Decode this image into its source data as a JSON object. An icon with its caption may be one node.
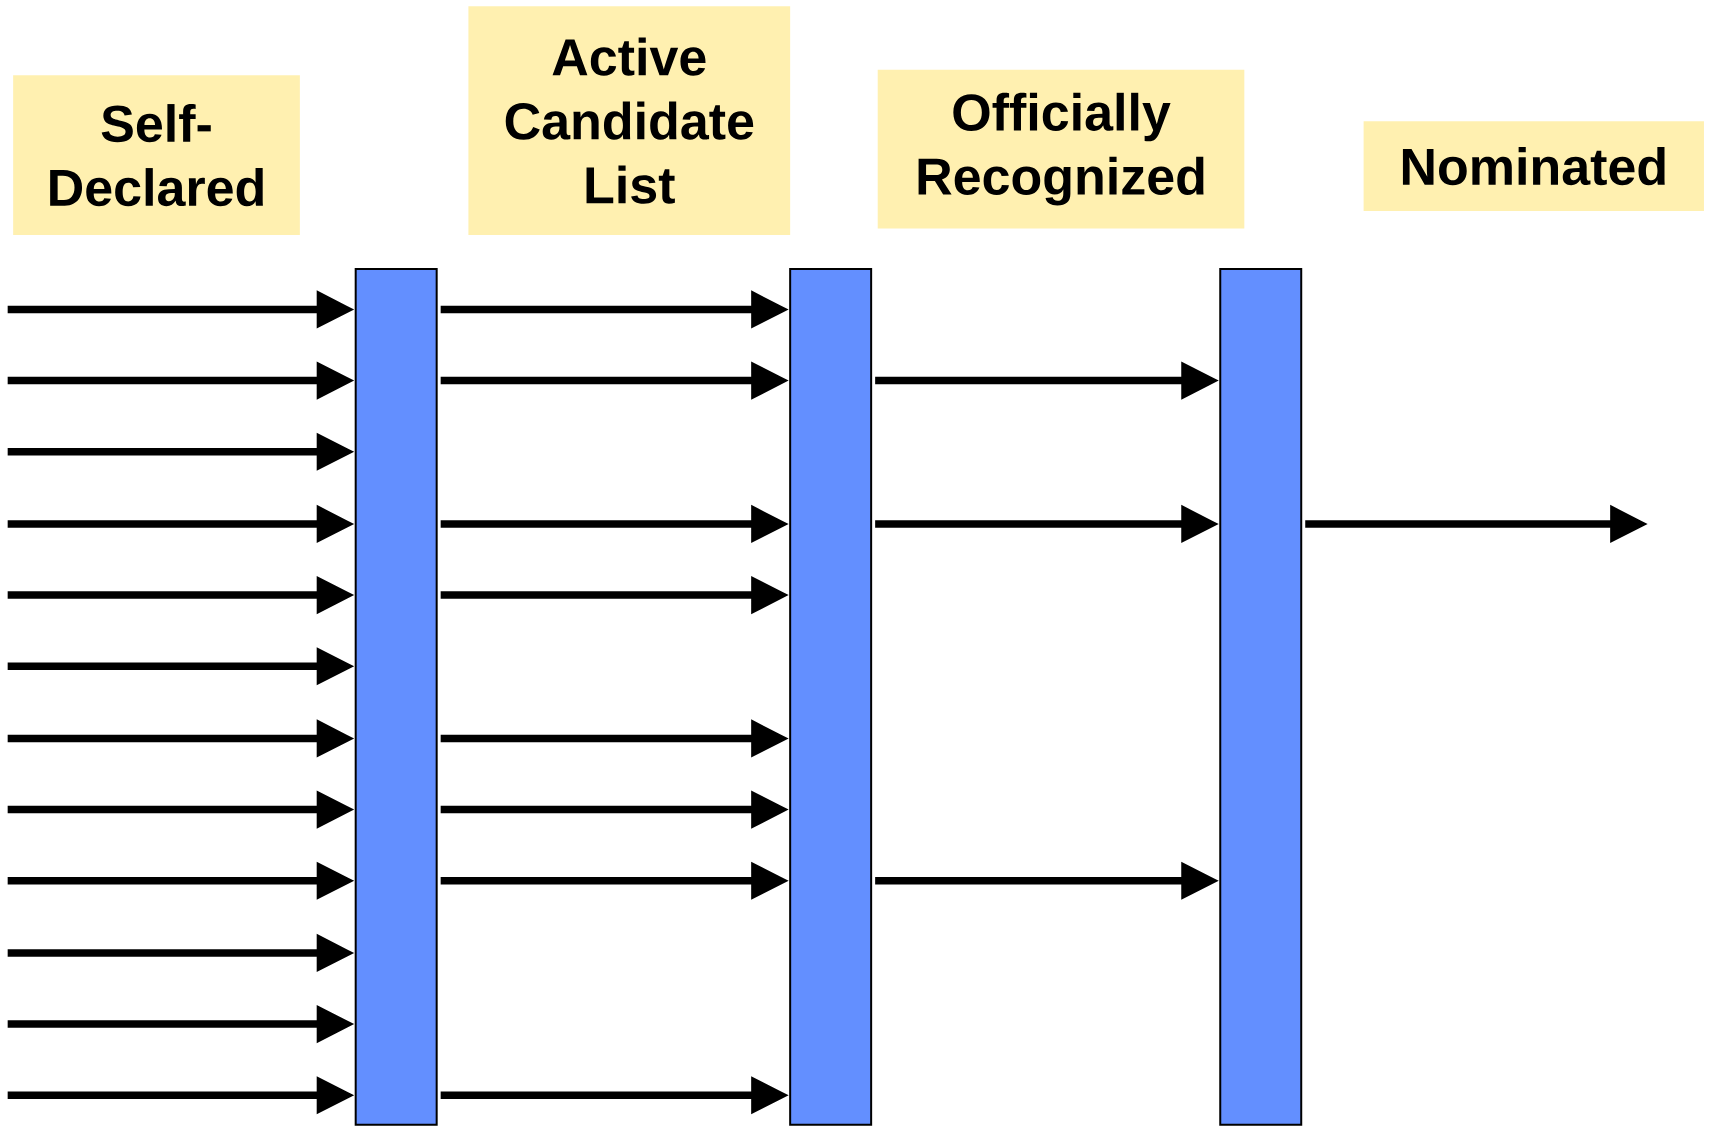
{
  "diagram": {
    "nodes": [
      {
        "text": [
          "Self-Declared"
        ]
      },
      {
        "text": [
          "Active Candidate List"
        ]
      },
      {
        "text": [
          "Officially Recognized"
        ]
      },
      {
        "text": [
          "Nominated"
        ]
      },
      {
        "text": [],
        "shape": "bar"
      },
      {
        "text": [],
        "shape": "bar"
      },
      {
        "text": [],
        "shape": "bar"
      }
    ],
    "edges": [
      {
        "from": null,
        "to": 4,
        "arrow": "to"
      },
      {
        "from": null,
        "to": 4,
        "arrow": "to"
      },
      {
        "from": null,
        "to": 4,
        "arrow": "to"
      },
      {
        "from": null,
        "to": 4,
        "arrow": "to"
      },
      {
        "from": null,
        "to": 4,
        "arrow": "to"
      },
      {
        "from": null,
        "to": 4,
        "arrow": "to"
      },
      {
        "from": null,
        "to": 4,
        "arrow": "to"
      },
      {
        "from": null,
        "to": 4,
        "arrow": "to"
      },
      {
        "from": null,
        "to": 4,
        "arrow": "to"
      },
      {
        "from": null,
        "to": 4,
        "arrow": "to"
      },
      {
        "from": null,
        "to": 4,
        "arrow": "to"
      },
      {
        "from": null,
        "to": 4,
        "arrow": "to"
      },
      {
        "from": 4,
        "to": 5,
        "arrow": "to"
      },
      {
        "from": 4,
        "to": 5,
        "arrow": "to"
      },
      {
        "from": 4,
        "to": 5,
        "arrow": "to"
      },
      {
        "from": 4,
        "to": 5,
        "arrow": "to"
      },
      {
        "from": 4,
        "to": 5,
        "arrow": "to"
      },
      {
        "from": 4,
        "to": 5,
        "arrow": "to"
      },
      {
        "from": 4,
        "to": 5,
        "arrow": "to"
      },
      {
        "from": 4,
        "to": 5,
        "arrow": "to"
      },
      {
        "from": 5,
        "to": 6,
        "arrow": "to"
      },
      {
        "from": 5,
        "to": 6,
        "arrow": "to"
      },
      {
        "from": 5,
        "to": 6,
        "arrow": "to"
      },
      {
        "from": 6,
        "to": null,
        "arrow": "to"
      }
    ]
  }
}
